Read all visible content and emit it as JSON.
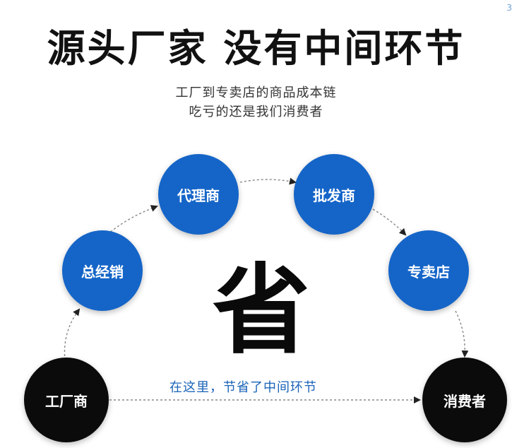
{
  "headline": "源头厂家 没有中间环节",
  "subtitle_line1": "工厂到专卖店的商品成本链",
  "subtitle_line2": "吃亏的还是我们消费者",
  "center_char": "省",
  "tagline": "在这里，节省了中间环节",
  "corner_mark": "3",
  "nodes": {
    "factory": "工厂商",
    "general_distributor": "总经销",
    "agent": "代理商",
    "wholesaler": "批发商",
    "store": "专卖店",
    "consumer": "消费者"
  },
  "colors": {
    "blue_node": "#1565c8",
    "black_node": "#0b0b0b",
    "tagline": "#1a63b8",
    "arrow": "#888888"
  }
}
